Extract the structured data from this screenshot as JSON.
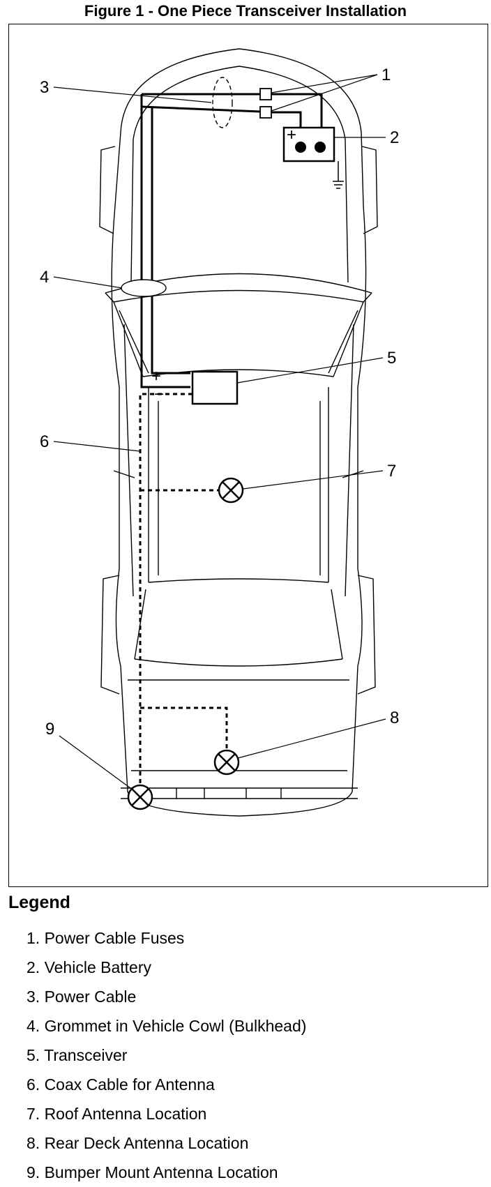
{
  "figure": {
    "title": "Figure 1 - One Piece Transceiver Installation"
  },
  "diagram": {
    "callouts": [
      "1",
      "2",
      "3",
      "4",
      "5",
      "6",
      "7",
      "8",
      "9"
    ],
    "battery_terminal_plus": "+",
    "transceiver_plus": "+",
    "transceiver_minus": "−"
  },
  "legend": {
    "title": "Legend",
    "items": [
      "1. Power Cable Fuses",
      "2. Vehicle Battery",
      "3. Power Cable",
      "4. Grommet in Vehicle Cowl (Bulkhead)",
      "5. Transceiver",
      "6. Coax Cable for Antenna",
      "7. Roof Antenna Location",
      "8. Rear Deck Antenna Location",
      "9. Bumper Mount Antenna Location"
    ]
  }
}
